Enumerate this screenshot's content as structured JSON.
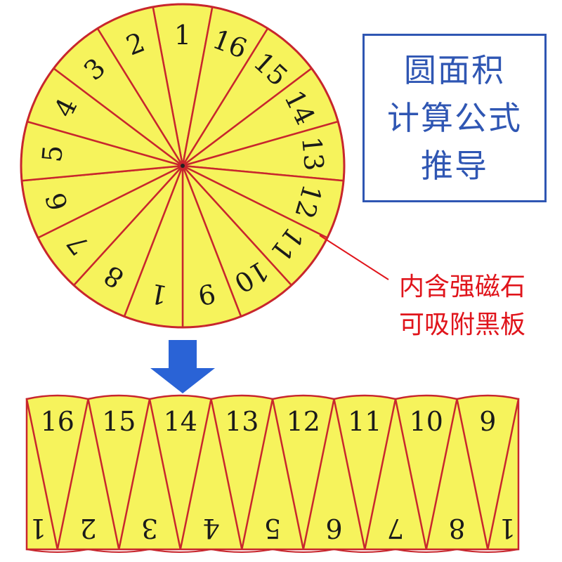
{
  "colors": {
    "sector_fill": "#f6f35c",
    "sector_edge": "#c8262d",
    "title_blue": "#2f56b3",
    "note_red": "#e0141b",
    "arrow_blue": "#2a63d6"
  },
  "title_box": {
    "lines": [
      "圆面积",
      "计算公式",
      "推导"
    ]
  },
  "magnet_note": {
    "lines": [
      "内含强磁石",
      "可吸附黑板"
    ]
  },
  "circle": {
    "sectors": [
      "1",
      "16",
      "15",
      "14",
      "13",
      "12",
      "11",
      "10",
      "9",
      "1",
      "8",
      "7",
      "6",
      "5",
      "4",
      "3",
      "2"
    ]
  },
  "strip": {
    "top_labels": [
      "16",
      "15",
      "14",
      "13",
      "12",
      "11",
      "10",
      "9"
    ],
    "bottom_labels": [
      "1",
      "2",
      "3",
      "4",
      "5",
      "6",
      "7",
      "8",
      "1"
    ]
  },
  "arrow": {
    "icon": "arrow-down-icon"
  }
}
